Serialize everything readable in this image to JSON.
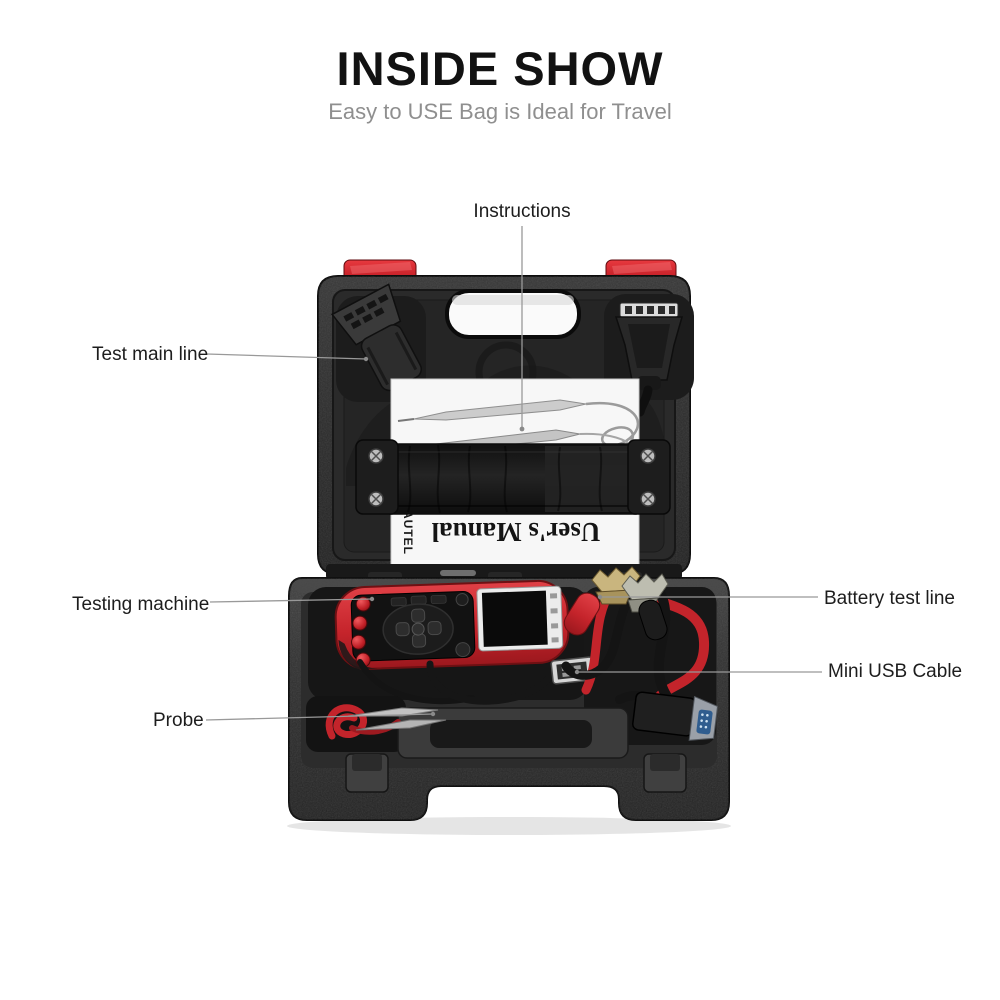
{
  "header": {
    "title": "INSIDE SHOW",
    "subtitle": "Easy to USE Bag is Ideal for Travel"
  },
  "callouts": {
    "instructions": "Instructions",
    "test_main_line": "Test main line",
    "testing_machine": "Testing machine",
    "probe": "Probe",
    "battery_test_line": "Battery test line",
    "mini_usb_cable": "Mini USB Cable"
  },
  "case_items": {
    "manual_title": "User's Manual",
    "manual_brand": "AUTEL"
  },
  "colors": {
    "accent_red": "#c8232a",
    "case_dark": "#262626",
    "title_text": "#121212",
    "subtitle_text": "#8f8f8f",
    "leader_line": "#999999",
    "manual_paper": "#f7f7f7"
  }
}
